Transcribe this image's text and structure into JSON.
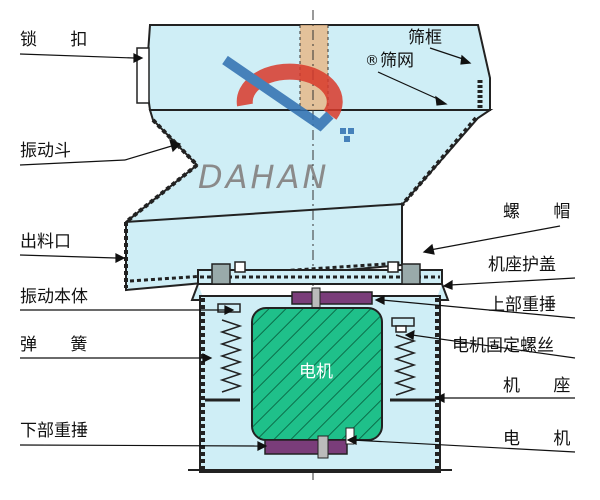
{
  "labels": {
    "lock": "锁 扣",
    "vibration_hopper": "振动斗",
    "outlet": "出料口",
    "vibration_body": "振动本体",
    "spring": "弹 簧",
    "lower_weight": "下部重捶",
    "screen_frame": "筛框",
    "screen_mesh": "筛网",
    "nut_cap": "螺 帽",
    "base_cover": "机座护盖",
    "upper_weight": "上部重捶",
    "motor_bolt": "电机固定螺丝",
    "machine_base": "机 座",
    "motor": "电 机",
    "motor_center": "电机"
  },
  "logo": {
    "brand": "DAHAN",
    "registered_mark": "®"
  },
  "colors": {
    "body_fill": "#cfeef6",
    "motor_fill": "#1fc08a",
    "weight_fill": "#7a3d7a",
    "logo_red": "#d93a2b",
    "logo_blue": "#2f6fb0"
  }
}
